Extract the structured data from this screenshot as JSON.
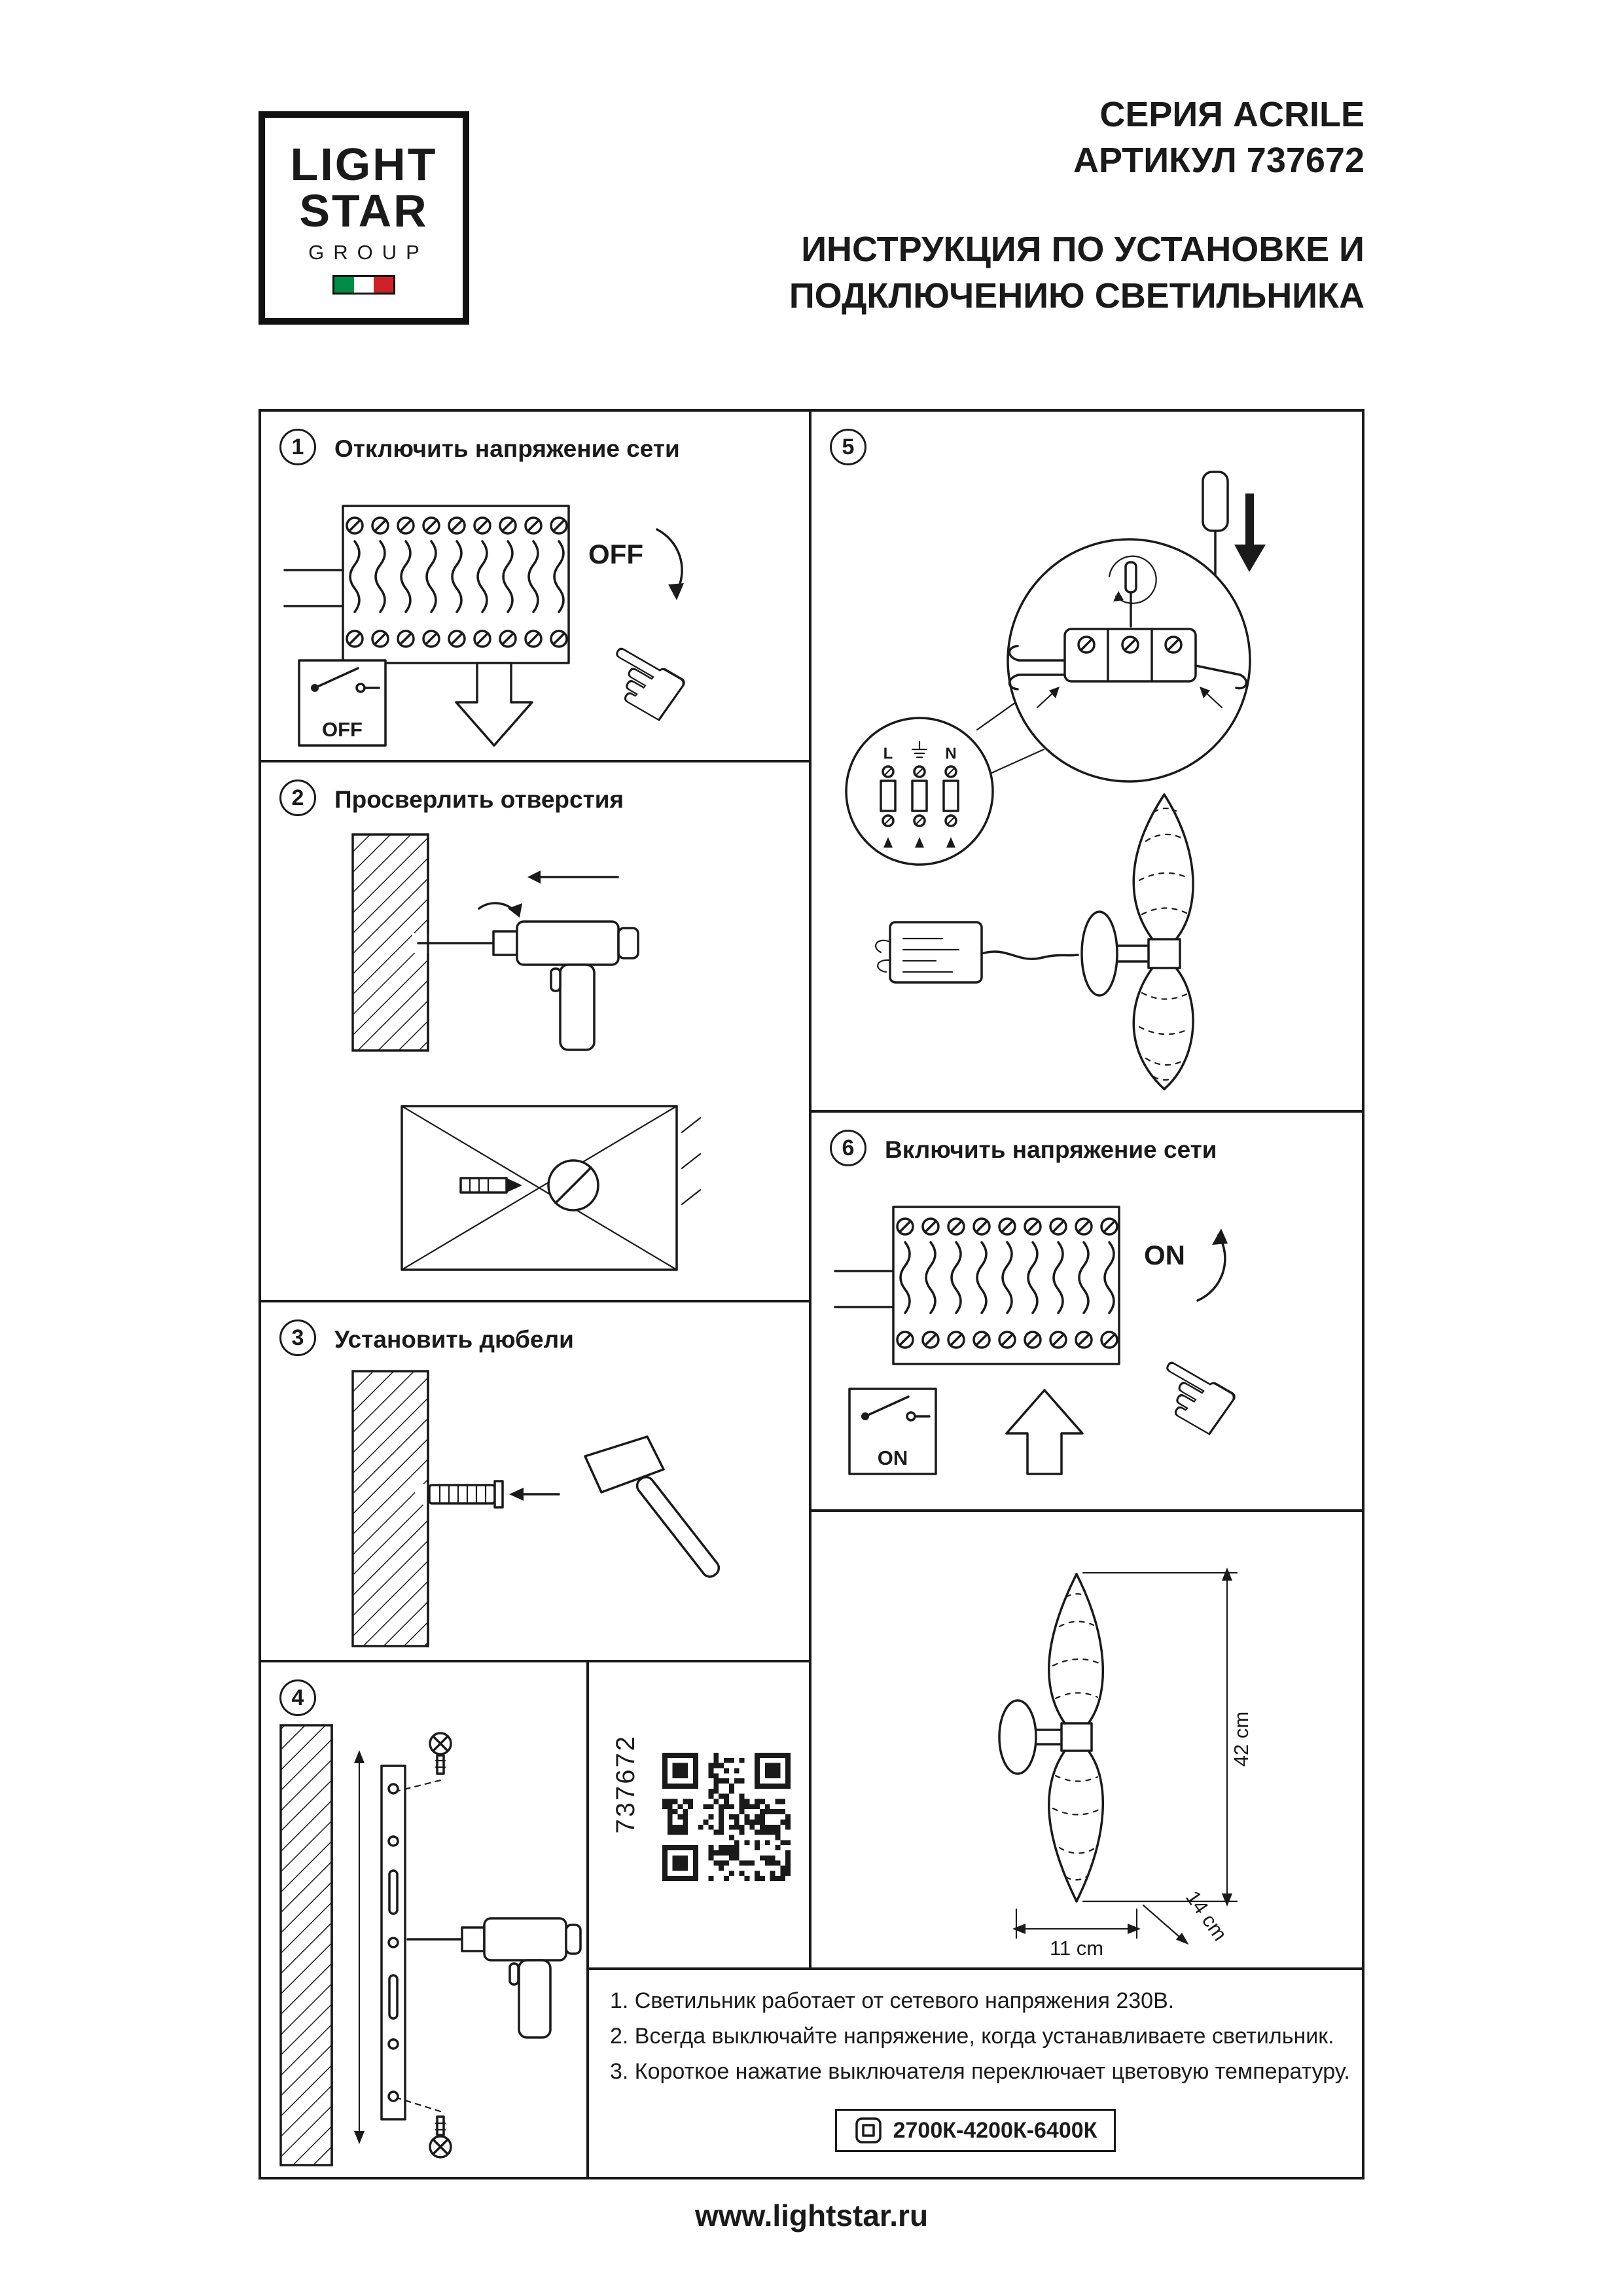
{
  "logo": {
    "light": "LIGHT",
    "star": "STAR",
    "group": "GROUP"
  },
  "header": {
    "series": "СЕРИЯ ACRILE",
    "article": "АРТИКУЛ 737672",
    "title1": "ИНСТРУКЦИЯ ПО УСТАНОВКЕ И",
    "title2": "ПОДКЛЮЧЕНИЮ СВЕТИЛЬНИКА"
  },
  "steps": {
    "s1": {
      "num": "1",
      "label": "Отключить напряжение сети",
      "breaker": "OFF",
      "switch": "OFF"
    },
    "s2": {
      "num": "2",
      "label": "Просверлить отверстия"
    },
    "s3": {
      "num": "3",
      "label": "Установить дюбели"
    },
    "s4": {
      "num": "4"
    },
    "s5": {
      "num": "5",
      "terminal_l": "L",
      "terminal_n": "N"
    },
    "s6": {
      "num": "6",
      "label": "Включить напряжение сети",
      "breaker": "ON",
      "switch": "ON"
    }
  },
  "qr": {
    "article": "737672"
  },
  "dims": {
    "height": "42 cm",
    "width": "11 cm",
    "depth": "14 cm"
  },
  "notes": {
    "n1": "1. Светильник работает от сетевого напряжения 230В.",
    "n2": "2. Всегда выключайте напряжение, когда устанавливаете светильник.",
    "n3": "3. Короткое нажатие выключателя переключает цветовую температуру.",
    "temp": "2700К-4200К-6400К"
  },
  "footer": {
    "url": "www.lightstar.ru"
  },
  "icons": {
    "hand": "☜"
  },
  "colors": {
    "ink": "#1a1a1a",
    "flag_green": "#008C45",
    "flag_white": "#ffffff",
    "flag_red": "#CD212A"
  }
}
